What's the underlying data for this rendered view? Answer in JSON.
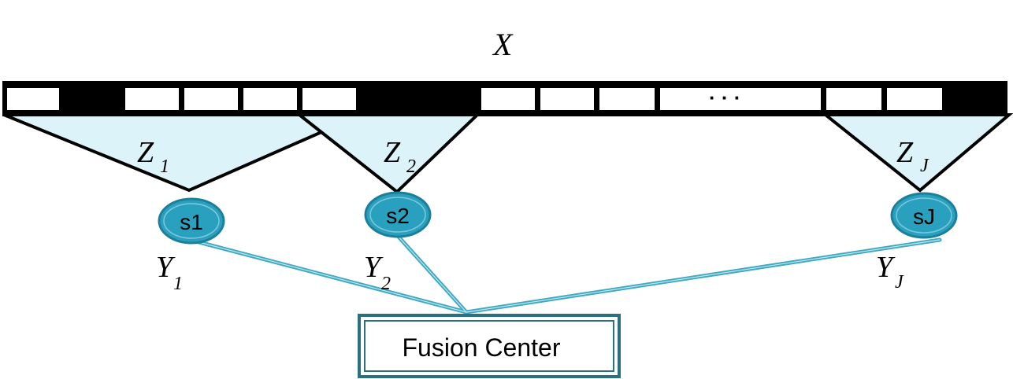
{
  "labels": {
    "X": "X",
    "dots": "· · ·",
    "Z1": "Z",
    "Z1_sub": "1",
    "Z2": "Z",
    "Z2_sub": "2",
    "ZJ": "Z",
    "ZJ_sub": "J",
    "Y1": "Y",
    "Y1_sub": "1",
    "Y2": "Y",
    "Y2_sub": "2",
    "YJ": "Y",
    "YJ_sub": "J"
  },
  "sensors": {
    "s1": "s1",
    "s2": "s2",
    "sJ": "sJ"
  },
  "fusion_center": "Fusion Center",
  "colors": {
    "node_fill": "#2aa0bf",
    "node_stroke": "#1b7f9a",
    "triangle_fill": "#dcf3f9",
    "link": "#3fa9c2",
    "box_border": "#2b7080"
  }
}
